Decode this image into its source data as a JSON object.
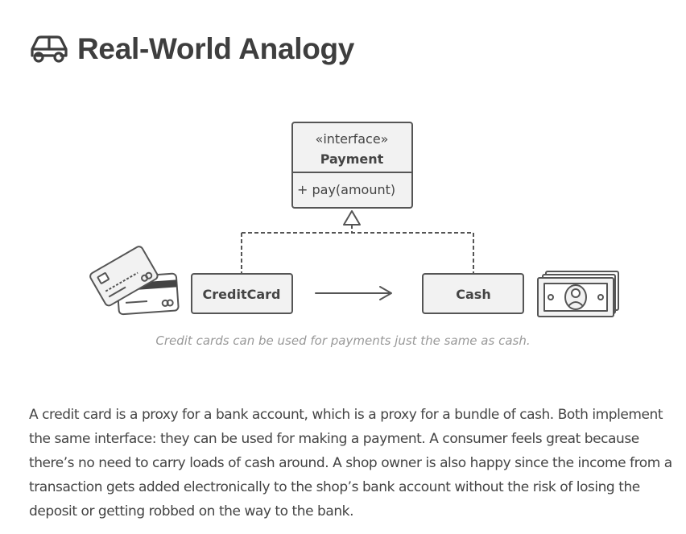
{
  "heading": {
    "title": "Real-World Analogy",
    "icon": "car-icon"
  },
  "diagram": {
    "interface": {
      "stereotype": "«interface»",
      "name": "Payment",
      "method": "+ pay(amount)"
    },
    "left_class": "CreditCard",
    "right_class": "Cash",
    "left_image": "credit-cards-illustration",
    "right_image": "cash-bundle-illustration"
  },
  "caption": "Credit cards can be used for payments just the same as cash.",
  "paragraph": "A credit card is a proxy for a bank account, which is a proxy for a bundle of cash. Both implement the same interface: they can be used for making a payment. A consumer feels great because there’s no need to carry loads of cash around. A shop owner is also happy since the income from a transaction gets added electronically to the shop’s bank account without the risk of losing the deposit or getting robbed on the way to the bank.",
  "colors": {
    "stroke": "#555555",
    "box_fill": "#f2f2f2",
    "text": "#444444",
    "caption": "#999999"
  }
}
